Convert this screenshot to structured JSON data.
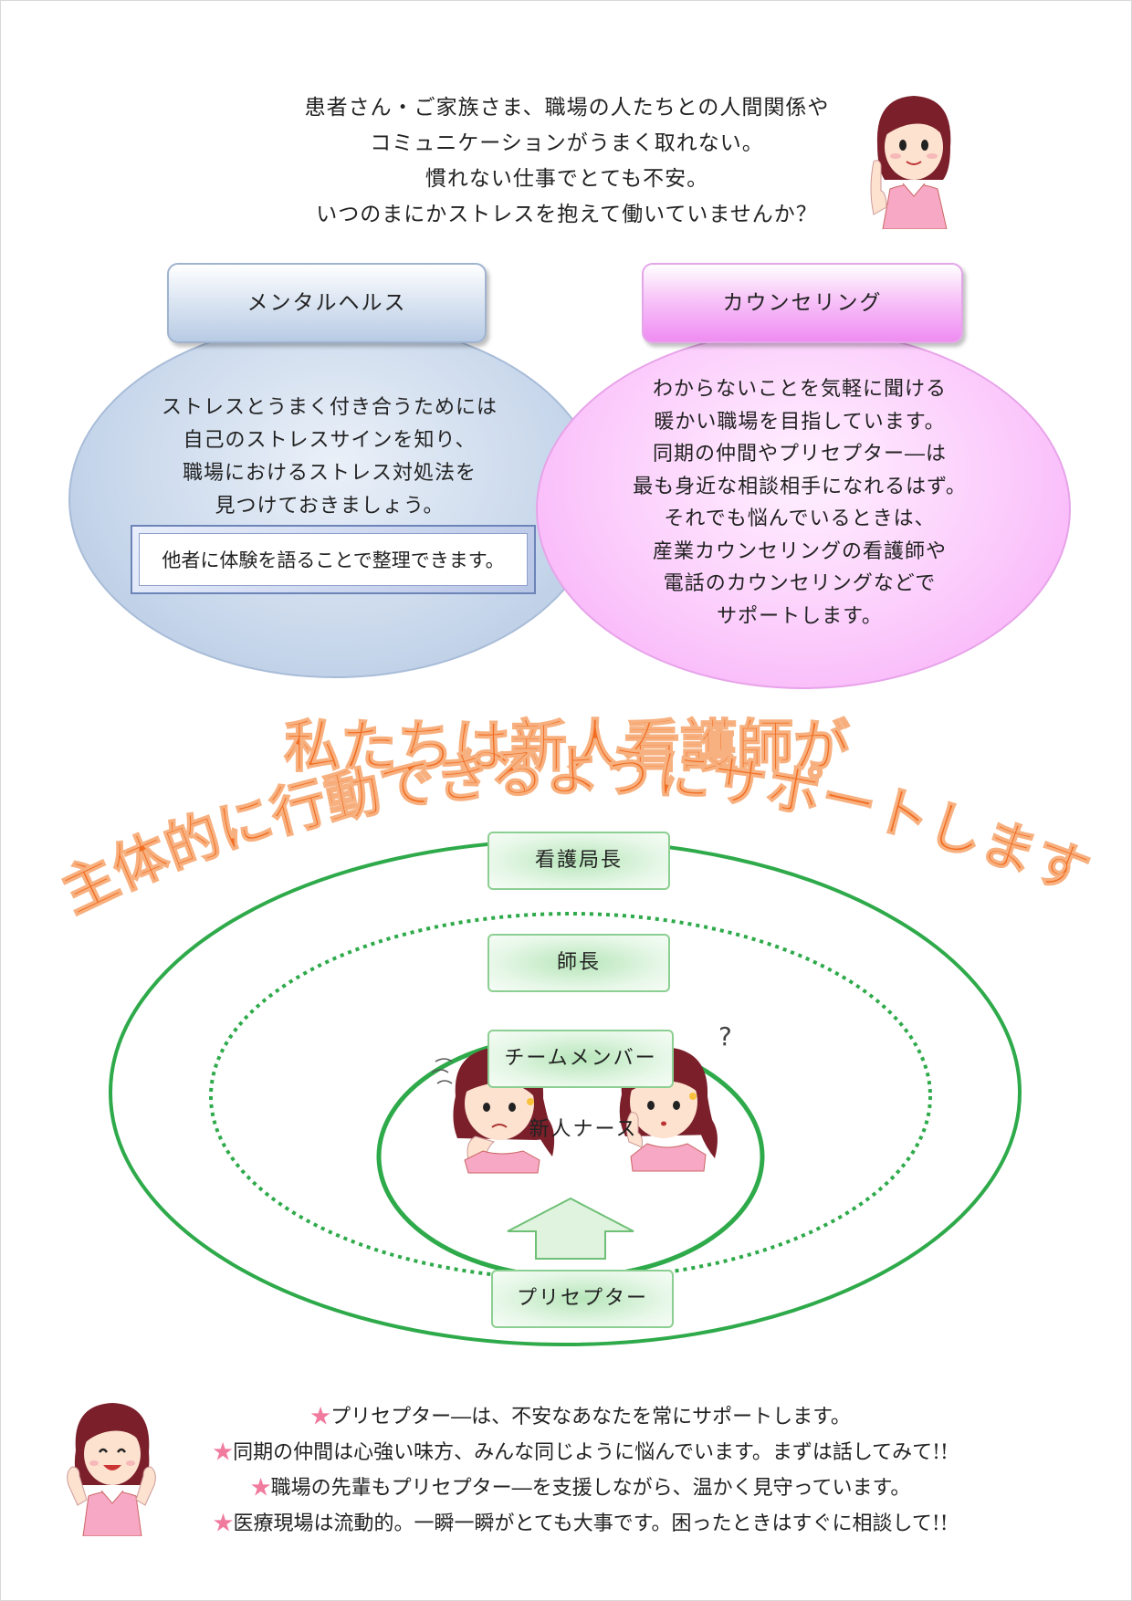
{
  "intro": {
    "lines": [
      "患者さん・ご家族さま、職場の人たちとの人間関係や",
      "コミュニケーションがうまく取れない。",
      "慣れない仕事でとても不安。",
      "いつのまにかストレスを抱えて働いていませんか？"
    ]
  },
  "mental_health": {
    "title": "メンタルヘルス",
    "lines": [
      "ストレスとうまく付き合うためには",
      "自己のストレスサインを知り、",
      "職場におけるストレス対処法を",
      "見つけておきましょう。"
    ],
    "box_text": "他者に体験を語ることで整理できます。"
  },
  "counseling": {
    "title": "カウンセリング",
    "lines": [
      "わからないことを気軽に聞ける",
      "暖かい職場を目指しています。",
      "同期の仲間やプリセプター―は",
      "最も身近な相談相手になれるはず。",
      "それでも悩んでいるときは、",
      "産業カウンセリングの看護師や",
      "電話のカウンセリングなどで",
      "サポートします。"
    ]
  },
  "slogan": {
    "line1": "私たちは新人看護師が",
    "line2": "主体的に行動できるようにサポートします"
  },
  "org": {
    "head_nurse": "看護局長",
    "chief": "師長",
    "team": "チームメンバー",
    "new_nurse": "新人ナース",
    "preceptor": "プリセプター"
  },
  "bottom": {
    "star": "★",
    "lines": [
      "プリセプター―は、不安なあなたを常にサポートします。",
      "同期の仲間は心強い味方、みんな同じように悩んでいます。まずは話してみて!!",
      "職場の先輩もプリセプター―を支援しながら、温かく見守っています。",
      "医療現場は流動的。一瞬一瞬がとても大事です。困ったときはすぐに相談して!!"
    ]
  },
  "colors": {
    "slogan": "#f26d21",
    "green": "#2eaa4a",
    "star": "#f07b9e",
    "skin": "#fde2cf",
    "hair": "#7b1f2a",
    "uniform": "#f7a8c4"
  },
  "icons": [
    "nurse-pointing-illustration",
    "worried-nurse-illustration",
    "thinking-nurse-illustration",
    "cheering-nurse-illustration",
    "up-arrow-icon",
    "question-mark-icon"
  ]
}
